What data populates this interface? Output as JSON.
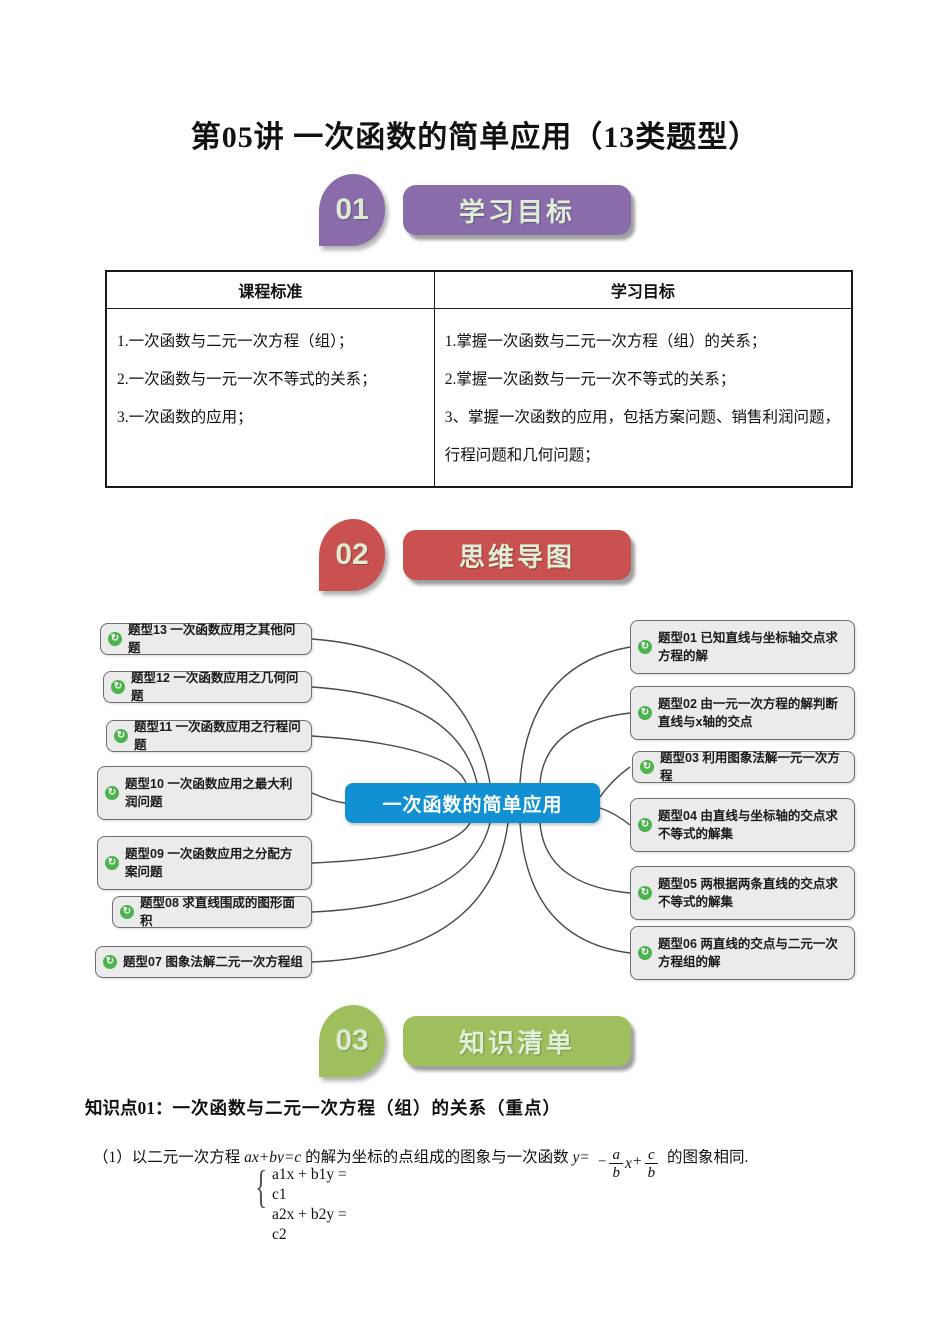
{
  "page": {
    "title": "第05讲 一次函数的简单应用（13类题型）"
  },
  "colors": {
    "section1_purple": "#8a6cab",
    "section2_red": "#c9514f",
    "section3_green": "#9fbf5e",
    "mindmap_center_blue": "#1191d3",
    "node_icon_green": "#4db34d"
  },
  "sections": [
    {
      "number": "01",
      "label": "学习目标"
    },
    {
      "number": "02",
      "label": "思维导图"
    },
    {
      "number": "03",
      "label": "知识清单"
    }
  ],
  "table": {
    "headers": [
      "课程标准",
      "学习目标"
    ],
    "left_items": [
      "1.一次函数与二元一次方程（组）；",
      "2.一次函数与一元一次不等式的关系；",
      "3.一次函数的应用；"
    ],
    "right_items": [
      "1.掌握一次函数与二元一次方程（组）的关系；",
      "2.掌握一次函数与一元一次不等式的关系；",
      "3、掌握一次函数的应用，包括方案问题、销售利润问题，行程问题和几何问题；"
    ]
  },
  "mindmap": {
    "center": "一次函数的简单应用",
    "node_icon_glyph": "↻",
    "left": [
      "题型13 一次函数应用之其他问题",
      "题型12 一次函数应用之几何问题",
      "题型11 一次函数应用之行程问题",
      "题型10 一次函数应用之最大利润问题",
      "题型09 一次函数应用之分配方案问题",
      "题型08 求直线围成的图形面积",
      "题型07 图象法解二元一次方程组"
    ],
    "right": [
      "题型01 已知直线与坐标轴交点求方程的解",
      "题型02 由一元一次方程的解判断直线与x轴的交点",
      "题型03 利用图象法解一元一次方程",
      "题型04 由直线与坐标轴的交点求不等式的解集",
      "题型05 两根据两条直线的交点求不等式的解集",
      "题型06 两直线的交点与二元一次方程组的解"
    ]
  },
  "knowledge": {
    "heading_prefix": "知识点01：",
    "heading_rest": "一次函数与二元一次方程（组）的关系（重点）",
    "para_start": "（1）以二元一次方程",
    "inline_equation": "ax+by=c",
    "para_mid": "的解为坐标的点组成的图象与一次函数",
    "para_y": "y=",
    "formula": {
      "minus": "−",
      "num1": "a",
      "den1": "b",
      "x": "x",
      "plus": "+",
      "num2": "c",
      "den2": "b"
    },
    "para_end": "的图象相同.",
    "system": {
      "line1": "a1x + b1y =",
      "line2": "c1",
      "line3": "a2x + b2y =",
      "line4": "c2"
    }
  }
}
